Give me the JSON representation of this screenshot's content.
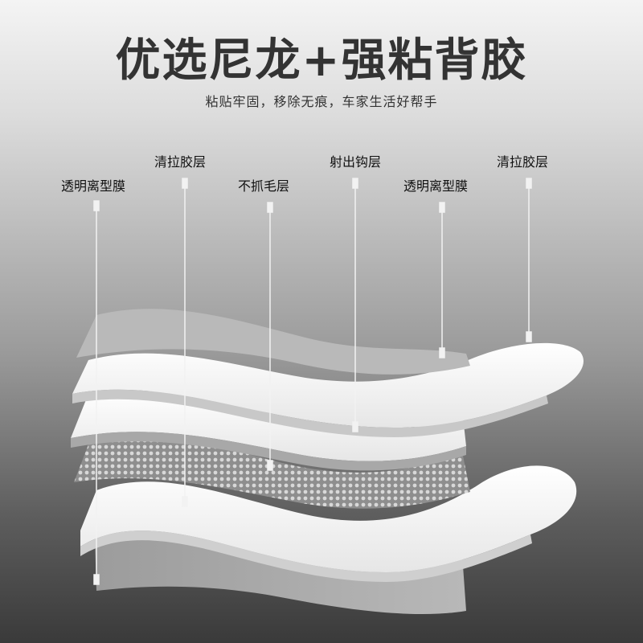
{
  "headline": "优选尼龙+强粘背胶",
  "subheadline": "粘贴牢固，移除无痕，车家生活好帮手",
  "layer_labels": [
    "透明离型膜",
    "清拉胶层",
    "不抓毛层",
    "射出钩层",
    "透明离型膜",
    "清拉胶层"
  ]
}
